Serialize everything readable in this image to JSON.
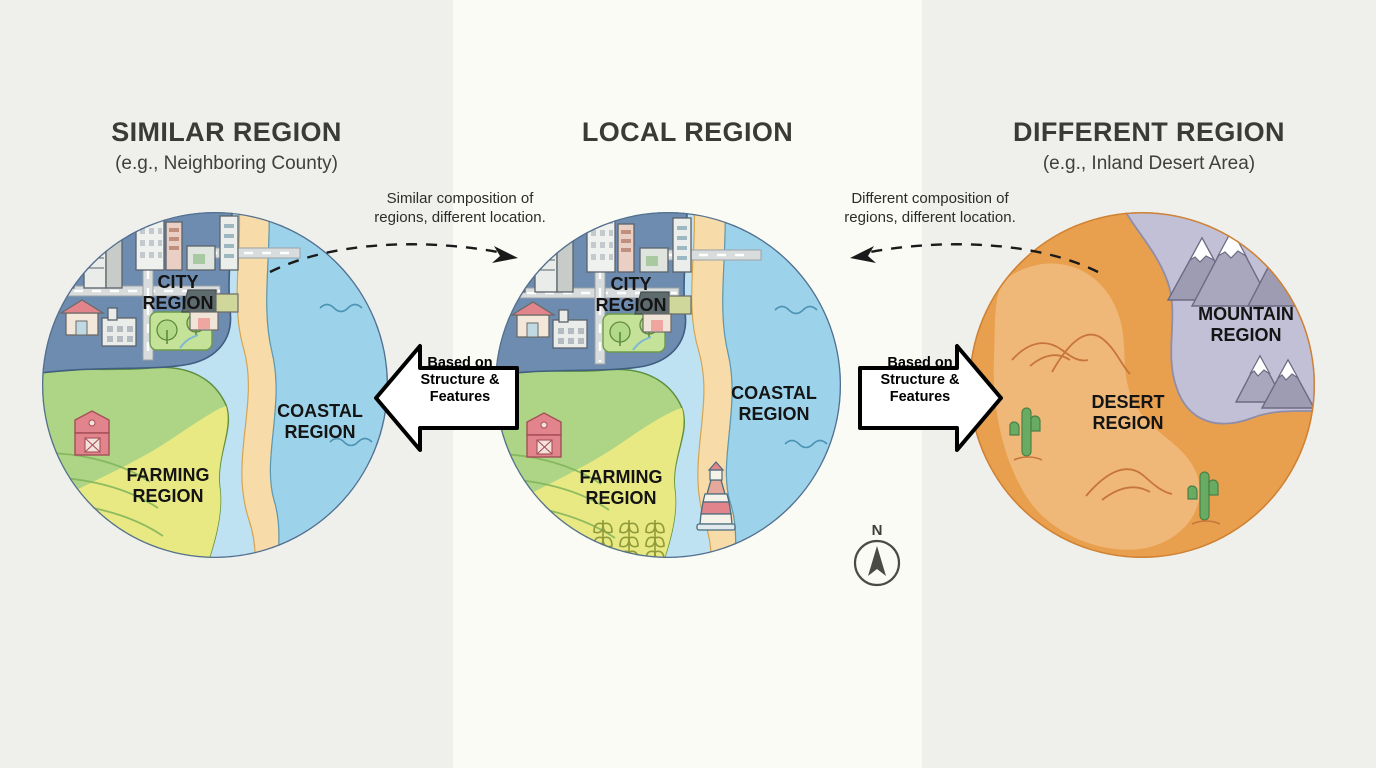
{
  "background": {
    "page_color": "#efefeb",
    "center_panel_color": "#fafbf4"
  },
  "panels": [
    {
      "id": "similar",
      "title": "SIMILAR REGION",
      "subtitle": "(e.g., Neighboring County)",
      "regions": [
        {
          "name": "CITY REGION",
          "color": "#6e8bb0"
        },
        {
          "name": "FARMING REGION",
          "color": "#a8cf84"
        },
        {
          "name": "COASTAL REGION",
          "color": "#8ecbe6"
        }
      ],
      "icons": [
        "skyscraper-icon",
        "office-building-icon",
        "house-icon",
        "factory-icon",
        "park-icon",
        "road-icon",
        "barn-icon",
        "wave-icon"
      ]
    },
    {
      "id": "local",
      "title": "LOCAL REGION",
      "subtitle": "",
      "regions": [
        {
          "name": "CITY REGION",
          "color": "#6e8bb0"
        },
        {
          "name": "FARMING REGION",
          "color": "#a8cf84"
        },
        {
          "name": "COASTAL REGION",
          "color": "#8ecbe6"
        }
      ],
      "icons": [
        "skyscraper-icon",
        "office-building-icon",
        "house-icon",
        "factory-icon",
        "park-icon",
        "road-icon",
        "barn-icon",
        "wheat-icon",
        "lighthouse-icon",
        "wave-icon"
      ],
      "compass": {
        "label": "N"
      }
    },
    {
      "id": "different",
      "title": "DIFFERENT REGION",
      "subtitle": "(e.g., Inland Desert Area)",
      "regions": [
        {
          "name": "DESERT REGION",
          "color": "#e8a04f"
        },
        {
          "name": "MOUNTAIN REGION",
          "color": "#c2c0d6"
        }
      ],
      "icons": [
        "cactus-icon",
        "sand-dune-icon",
        "mountain-icon"
      ]
    }
  ],
  "connectors": [
    {
      "id": "left-dashed",
      "caption": "Similar composition of\nregions, different location.",
      "direction": "right"
    },
    {
      "id": "right-dashed",
      "caption": "Different composition of\nregions, different location.",
      "direction": "left"
    }
  ],
  "arrow_boxes": [
    {
      "id": "left-arrow",
      "label": "Based on\nStructure &\nFeatures",
      "direction": "left"
    },
    {
      "id": "right-arrow",
      "label": "Based on\nStructure &\nFeatures",
      "direction": "right"
    }
  ]
}
